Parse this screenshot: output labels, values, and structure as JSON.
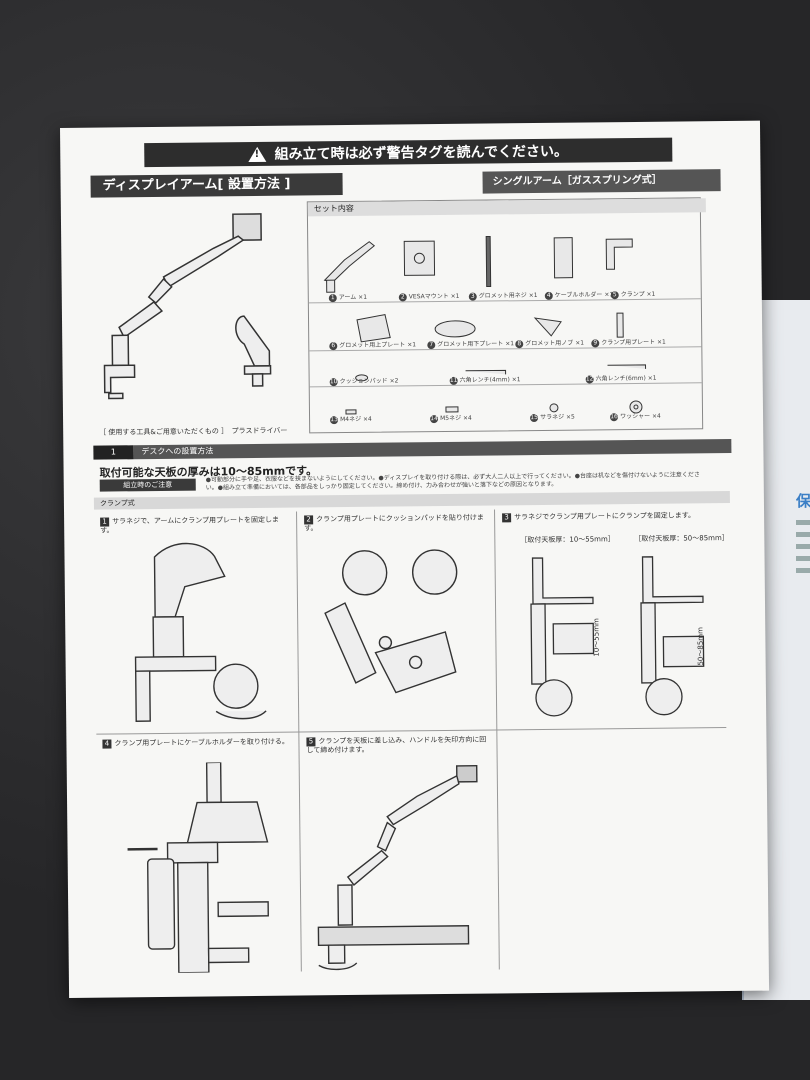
{
  "warning": "組み立て時は必ず警告タグを読んでください。",
  "title": "ディスプレイアーム[ 設置方法 ]",
  "subtitle": "シングルアーム［ガススプリング式］",
  "parts_heading": "セット内容",
  "parts": [
    {
      "n": "1",
      "label": "アーム ×1"
    },
    {
      "n": "2",
      "label": "VESAマウント ×1"
    },
    {
      "n": "3",
      "label": "グロメット用ネジ ×1"
    },
    {
      "n": "4",
      "label": "ケーブルホルダー ×1"
    },
    {
      "n": "5",
      "label": "クランプ ×1"
    },
    {
      "n": "6",
      "label": "グロメット用上プレート ×1"
    },
    {
      "n": "7",
      "label": "グロメット用下プレート ×1"
    },
    {
      "n": "8",
      "label": "グロメット用ノブ ×1"
    },
    {
      "n": "9",
      "label": "クランプ用プレート ×1"
    },
    {
      "n": "10",
      "label": "クッションパッド ×2"
    },
    {
      "n": "11",
      "label": "六角レンチ(4mm) ×1"
    },
    {
      "n": "12",
      "label": "六角レンチ(6mm) ×1"
    },
    {
      "n": "13",
      "label": "M4ネジ ×4"
    },
    {
      "n": "14",
      "label": "M5ネジ ×4"
    },
    {
      "n": "15",
      "label": "サラネジ ×5"
    },
    {
      "n": "16",
      "label": "ワッシャー ×4"
    }
  ],
  "tools": "［ 使用する工具&ご用意いただくもの ］　プラスドライバー",
  "section_num": "1",
  "section_title": "デスクへの設置方法",
  "thickness_note": "取付可能な天板の厚みは10〜85mmです。",
  "caution_tag": "組立時のご注意",
  "caution_text": "●可動部分に手や足、衣服などを挟まないようにしてください。●ディスプレイを取り付ける際は、必ず大人二人以上で行ってください。●台座は机などを傷付けないように注意ください。●組み立て準備においては、各部品をしっかり固定してください。締め付け、力み合わせが強いと落下などの原因となります。",
  "clamp_heading": "クランプ式",
  "steps": [
    {
      "n": "1",
      "text": "サラネジで、アームにクランプ用プレートを固定します。"
    },
    {
      "n": "2",
      "text": "クランプ用プレートにクッションパッドを貼り付けます。"
    },
    {
      "n": "3",
      "text": "サラネジでクランプ用プレートにクランプを固定します。"
    },
    {
      "n": "4",
      "text": "クランプ用プレートにケーブルホルダーを取り付ける。"
    },
    {
      "n": "5",
      "text": "クランプを天板に差し込み、ハンドルを矢印方向に回して締め付けます。"
    }
  ],
  "range_a": "［取付天板厚：10〜55mm］",
  "range_b": "［取付天板厚：50〜85mm］",
  "dim_a": "10〜55mm",
  "dim_b": "50〜85mm"
}
